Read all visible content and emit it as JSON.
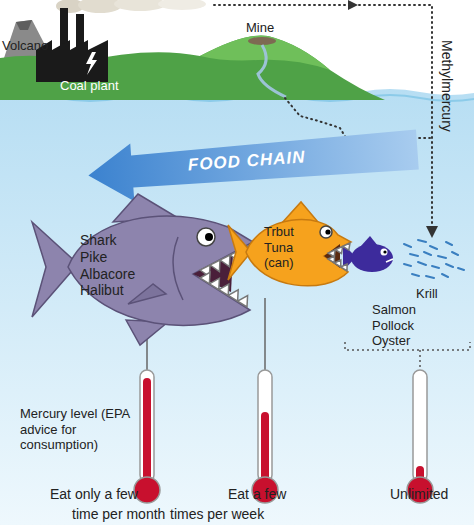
{
  "diagram": {
    "nodes": [
      {
        "text": [
          "FOOD CHAIN"
        ]
      },
      {
        "text": [
          "Shark Pike Albacore Halibut"
        ]
      },
      {
        "text": [
          "Trbut Tuna (can)"
        ]
      }
    ],
    "labels": [
      "Volcano",
      "Coal plant",
      "Mine",
      "Methylmercury",
      "Krill",
      "Salmon Pollock Oyster",
      "Mercury level (EPA advice for consumption)",
      "Eat only a few",
      "time per month",
      "Eat a few",
      "times per week",
      "Unlimited"
    ]
  }
}
